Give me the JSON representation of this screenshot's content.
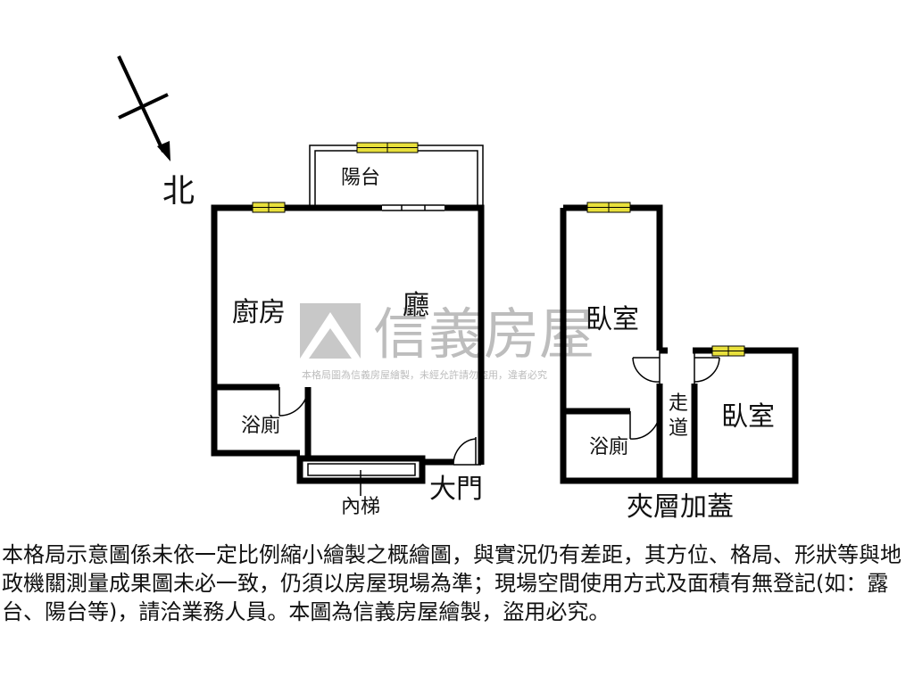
{
  "compass": {
    "label": "北"
  },
  "rooms": {
    "balcony": "陽台",
    "kitchen": "廚房",
    "living": "廳",
    "bath_main": "浴廁",
    "stairs": "內梯",
    "entrance": "大門",
    "bedroom_top": "臥室",
    "bedroom_right": "臥室",
    "corridor": "走道",
    "bath_mezz": "浴廁"
  },
  "mezzanine_title": "夾層加蓋",
  "watermark": {
    "brand": "信義房屋",
    "notice": "本格局圖為信義房屋繪製，未經允許請勿盜用，違者必究"
  },
  "disclaimer": "本格局示意圖係未依一定比例縮小繪製之概繪圖，與實況仍有差距，其方位、格局、形狀等與地政機關測量成果圖未必一致，仍須以房屋現場為準；現場空間使用方式及面積有無登記(如：露台、陽台等)，請洽業務人員。本圖為信義房屋繪製，盜用必究。",
  "colors": {
    "wall": "#000000",
    "window": "#e8e03c",
    "watermark": "#bdbdbd"
  }
}
